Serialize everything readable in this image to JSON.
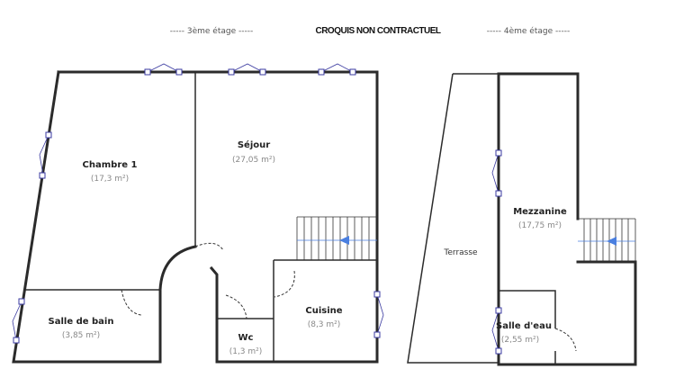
{
  "header": {
    "left_floor": "----- 3ème étage -----",
    "title": "CROQUIS NON CONTRACTUEL",
    "right_floor": "----- 4ème étage -----"
  },
  "floor3": {
    "rooms": [
      {
        "name": "Chambre 1",
        "area": "(17,3 m²)"
      },
      {
        "name": "Séjour",
        "area": "(27,05 m²)"
      },
      {
        "name": "Salle de bain",
        "area": "(3,85 m²)"
      },
      {
        "name": "Wc",
        "area": "(1,3 m²)"
      },
      {
        "name": "Cuisine",
        "area": "(8,3 m²)"
      }
    ]
  },
  "floor4": {
    "rooms": [
      {
        "name": "Terrasse"
      },
      {
        "name": "Mezzanine",
        "area": "(17,75 m²)"
      },
      {
        "name": "Salle d'eau",
        "area": "(2,55 m²)"
      }
    ]
  },
  "colors": {
    "wall": "#2b2b2b",
    "window": "#3a3aa0",
    "stair_arrow": "#4a7fe0",
    "area_text": "#888888"
  }
}
